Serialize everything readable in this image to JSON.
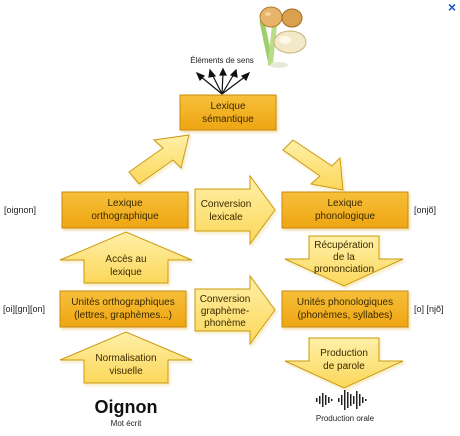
{
  "top": {
    "semantic_elements_label": "Éléments de sens"
  },
  "boxes": {
    "lexique_semantique": [
      "Lexique",
      "sémantique"
    ],
    "lexique_orthographique": [
      "Lexique",
      "orthographique"
    ],
    "lexique_phonologique": [
      "Lexique",
      "phonologique"
    ],
    "unites_orthographiques": [
      "Unités orthographiques",
      "(lettres, graphèmes...)"
    ],
    "unites_phonologiques": [
      "Unités phonologiques",
      "(phonèmes, syllabes)"
    ]
  },
  "arrows": {
    "conversion_lexicale": [
      "Conversion",
      "lexicale"
    ],
    "conversion_grapheme_phoneme": [
      "Conversion",
      "graphème-",
      "phonème"
    ],
    "acces_au_lexique": [
      "Accès au",
      "lexique"
    ],
    "normalisation_visuelle": [
      "Normalisation",
      "visuelle"
    ],
    "recuperation_prononciation": [
      "Récupération",
      "de la",
      "prononciation"
    ],
    "production_parole": [
      "Production",
      "de parole"
    ]
  },
  "side_labels": {
    "oignon_bracket": "[oignon]",
    "onjo": "[onjõ]",
    "segments_left": "[oi][gn][on]",
    "segments_right": "[o] [njõ]"
  },
  "bottom": {
    "word": "Oignon",
    "word_caption": "Mot écrit",
    "speech_caption": "Production orale"
  },
  "close_label": "×",
  "colors": {
    "box_fill": "#f2b01e",
    "box_stroke": "#c98a0a",
    "arrow_fill": "#fde386",
    "arrow_stroke": "#c99a10",
    "accent_blue": "#1a56c9"
  }
}
